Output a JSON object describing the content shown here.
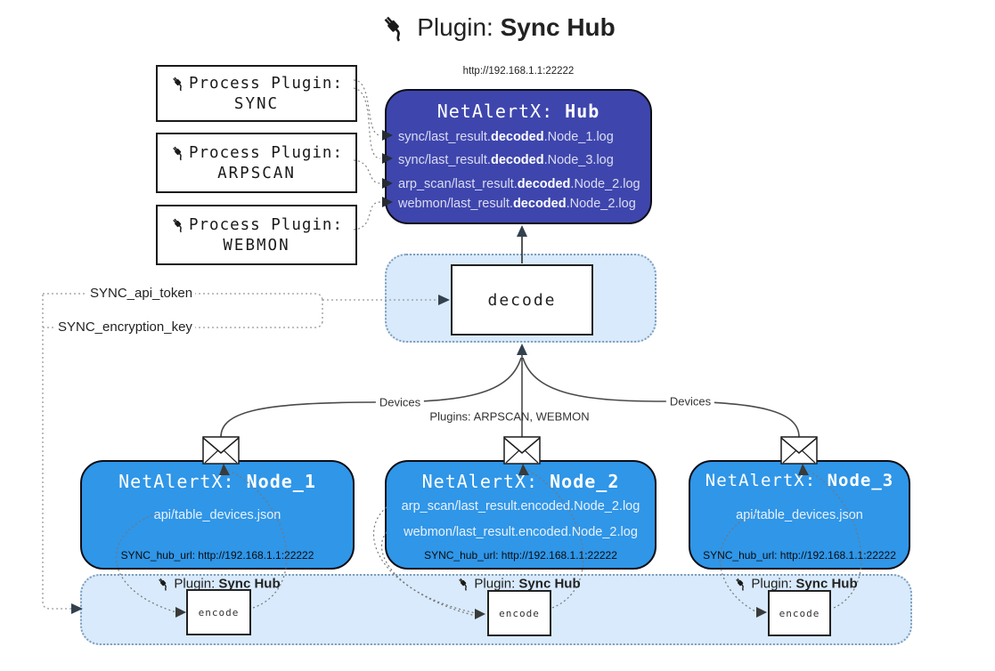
{
  "title": {
    "prefix": "Plugin:",
    "name": "Sync Hub"
  },
  "process_plugins": [
    {
      "label": "Process Plugin:",
      "name": "SYNC"
    },
    {
      "label": "Process Plugin:",
      "name": "ARPSCAN"
    },
    {
      "label": "Process Plugin:",
      "name": "WEBMON"
    }
  ],
  "hub": {
    "url": "http://192.168.1.1:22222",
    "title_prefix": "NetAlertX:",
    "title_name": "Hub",
    "logs": [
      {
        "pre": "sync/last_result.",
        "bold": "decoded",
        "post": ".Node_1.log"
      },
      {
        "pre": "sync/last_result.",
        "bold": "decoded",
        "post": ".Node_3.log"
      },
      {
        "pre": "arp_scan/last_result.",
        "bold": "decoded",
        "post": ".Node_2.log"
      },
      {
        "pre": "webmon/last_result.",
        "bold": "decoded",
        "post": ".Node_2.log"
      }
    ]
  },
  "decode": {
    "label": "decode"
  },
  "settings": {
    "api_token": "SYNC_api_token",
    "encryption_key": "SYNC_encryption_key"
  },
  "edge_labels": {
    "left": "Devices",
    "middle": "Plugins: ARPSCAN, WEBMON",
    "right": "Devices"
  },
  "nodes": [
    {
      "title_prefix": "NetAlertX:",
      "title_name": "Node_1",
      "files": [
        "api/table_devices.json"
      ],
      "hub_url": "SYNC_hub_url: http://192.168.1.1:22222"
    },
    {
      "title_prefix": "NetAlertX:",
      "title_name": "Node_2",
      "files": [
        "arp_scan/last_result.encoded.Node_2.log",
        "webmon/last_result.encoded.Node_2.log"
      ],
      "hub_url": "SYNC_hub_url: http://192.168.1.1:22222"
    },
    {
      "title_prefix": "NetAlertX:",
      "title_name": "Node_3",
      "files": [
        "api/table_devices.json"
      ],
      "hub_url": "SYNC_hub_url: http://192.168.1.1:22222"
    }
  ],
  "encode_plugins": [
    {
      "prefix": "Plugin:",
      "name": "Sync Hub",
      "box_label": "encode"
    },
    {
      "prefix": "Plugin:",
      "name": "Sync Hub",
      "box_label": "encode"
    },
    {
      "prefix": "Plugin:",
      "name": "Sync Hub",
      "box_label": "encode"
    }
  ],
  "colors": {
    "hub_bg": "#3e46ad",
    "node_bg": "#2f96e8",
    "panel_bg": "#d8eafc",
    "panel_border": "#7f9db8",
    "arrow_dark": "#33414f"
  }
}
